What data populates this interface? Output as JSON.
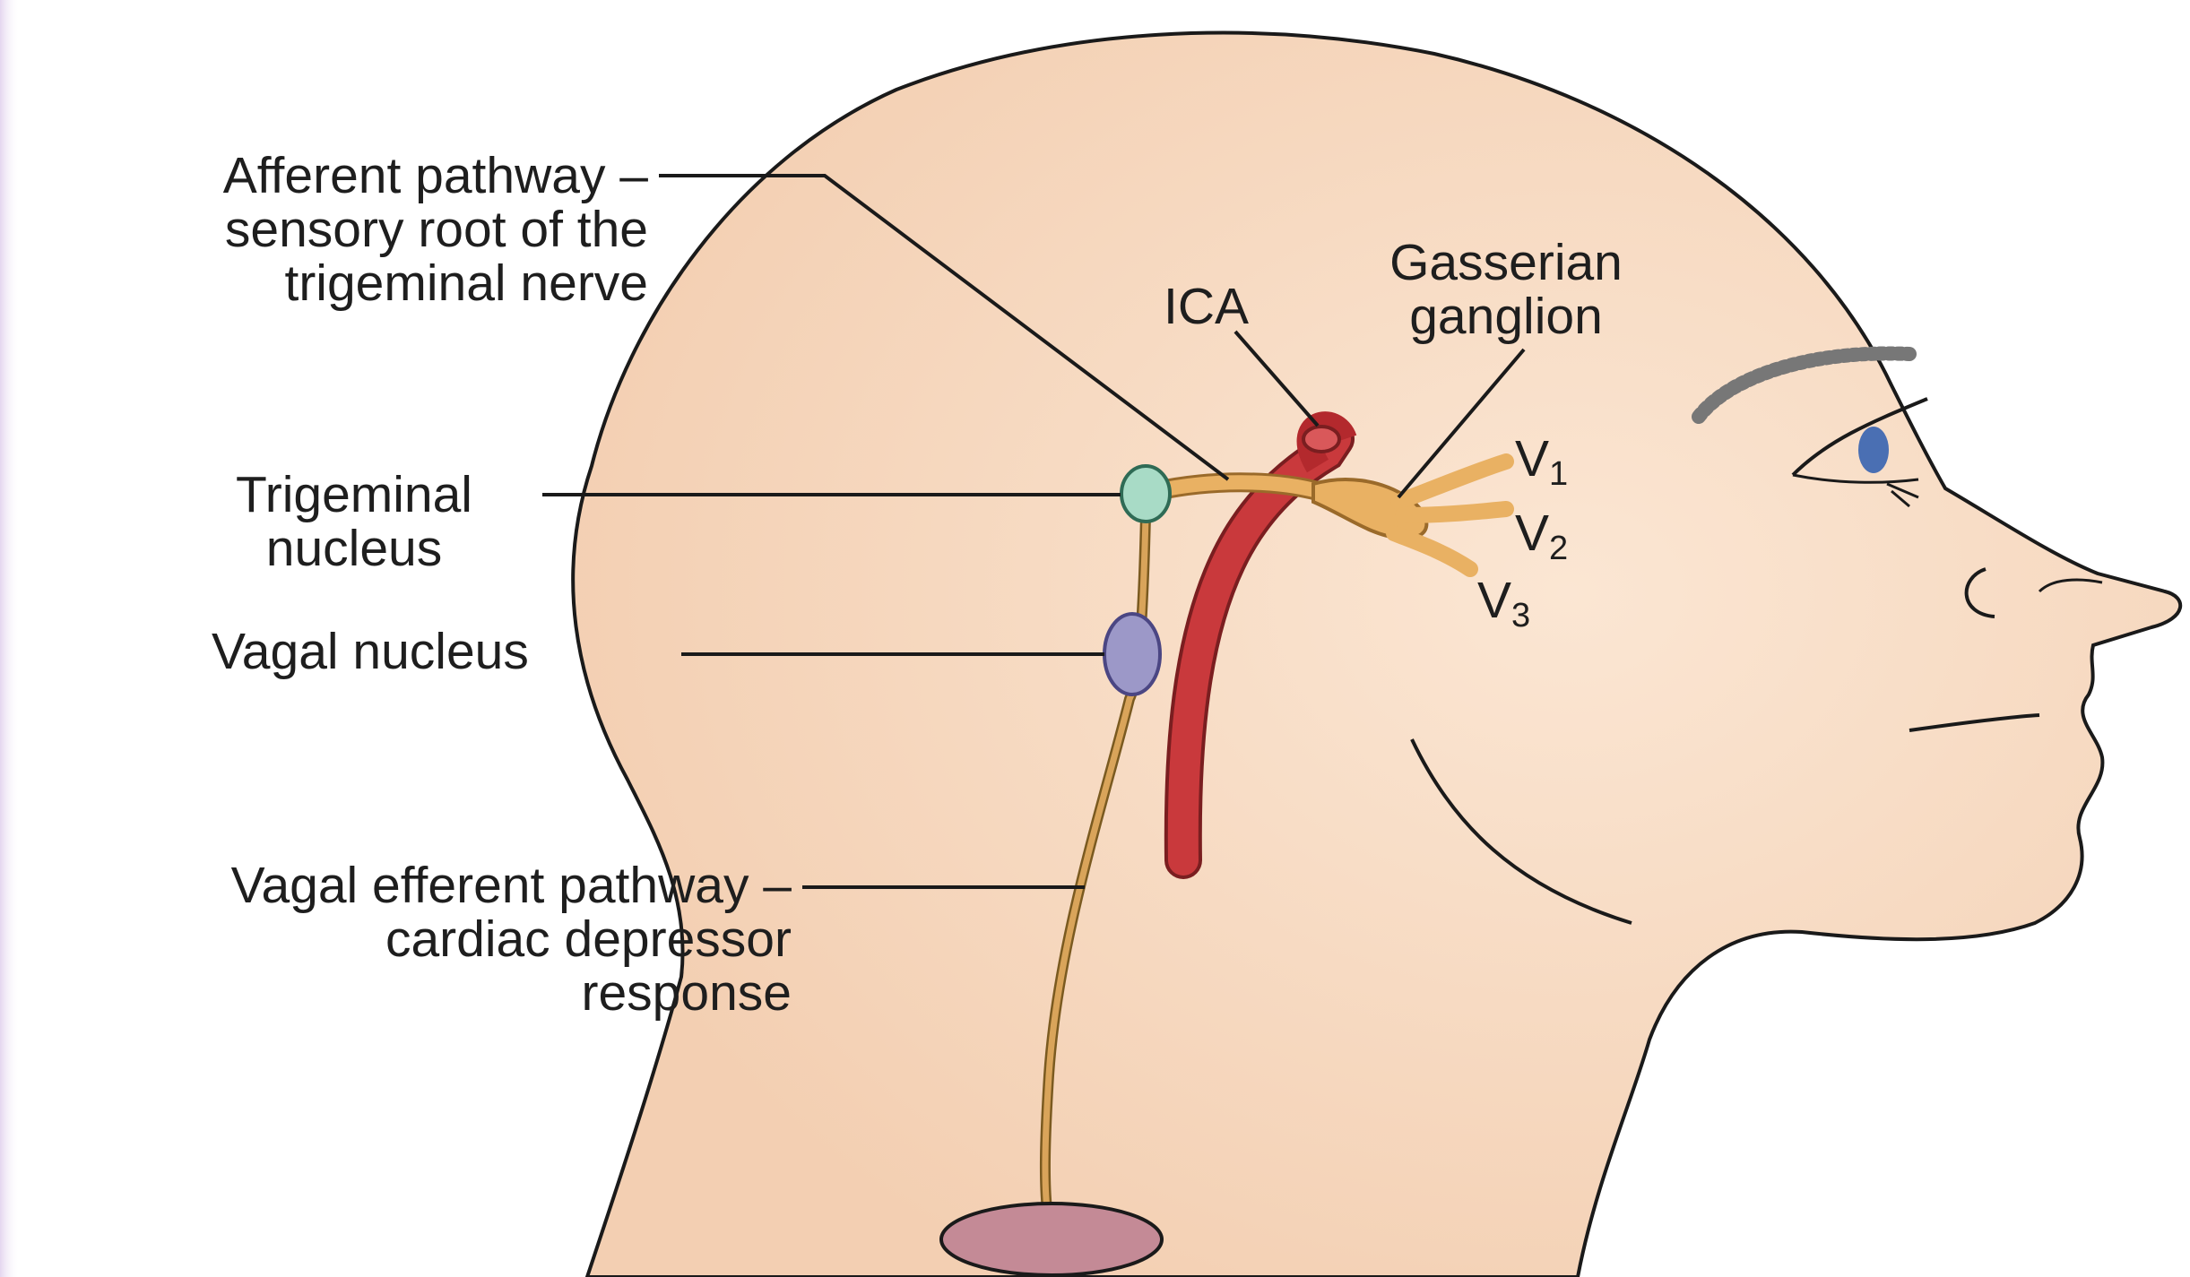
{
  "labels": {
    "afferent_line1": "Afferent pathway –",
    "afferent_line2": "sensory root of the",
    "afferent_line3": "trigeminal nerve",
    "ica": "ICA",
    "gasserian_line1": "Gasserian",
    "gasserian_line2": "ganglion",
    "trigeminal_line1": "Trigeminal",
    "trigeminal_line2": "nucleus",
    "vagal_nucleus": "Vagal nucleus",
    "vagal_efferent_line1": "Vagal efferent pathway –",
    "vagal_efferent_line2": "cardiac depressor",
    "vagal_efferent_line3": "response",
    "v1_letter": "V",
    "v1_sub": "1",
    "v2_letter": "V",
    "v2_sub": "2",
    "v3_letter": "V",
    "v3_sub": "3"
  },
  "colors": {
    "skin": "#f8dcc4",
    "outline": "#1a1a1a",
    "nerve": "#e9b163",
    "artery": "#c9393c",
    "trigeminal_nucleus": "#a8dbc6",
    "vagal_nucleus": "#9c98c8",
    "heart_target": "#c48a96",
    "edge_tint": "#eadcf2"
  }
}
